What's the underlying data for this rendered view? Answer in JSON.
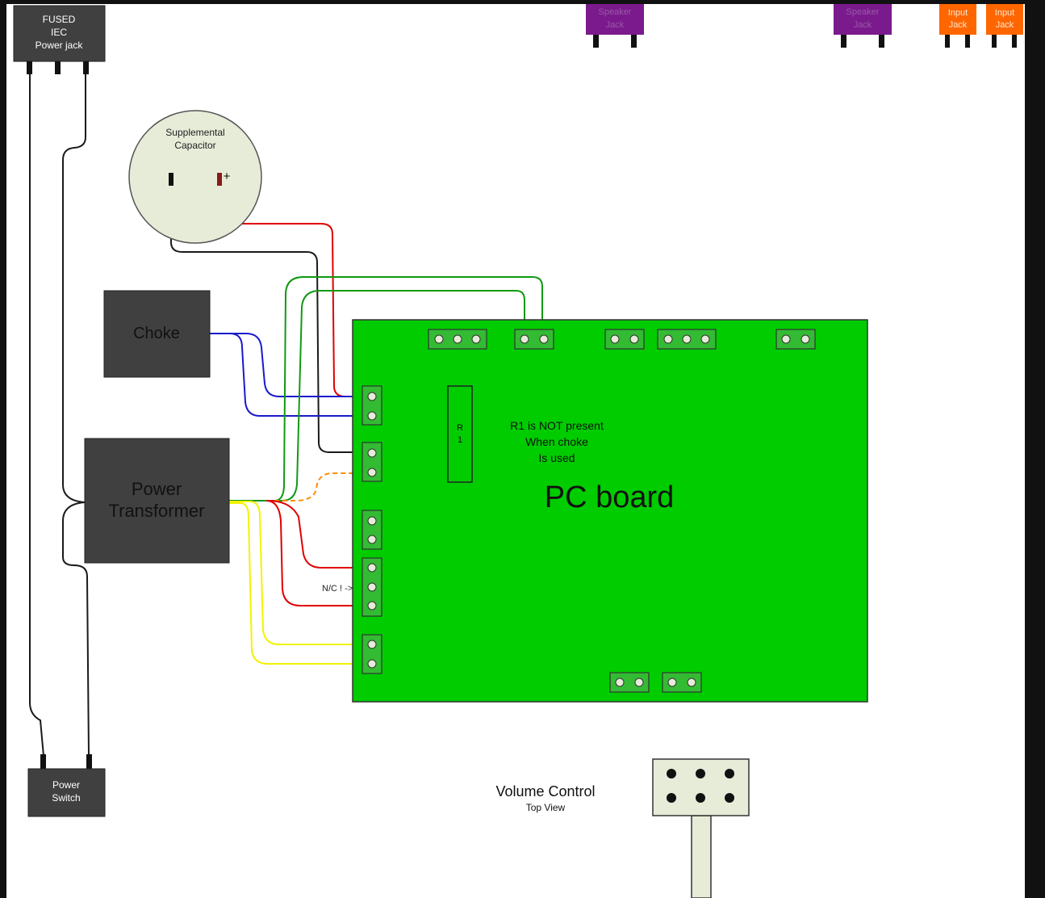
{
  "power_jack": {
    "line1": "FUSED",
    "line2": "IEC",
    "line3": "Power jack"
  },
  "speaker_jack_1": {
    "line1": "Speaker",
    "line2": "Jack"
  },
  "speaker_jack_2": {
    "line1": "Speaker",
    "line2": "Jack"
  },
  "input_jack_1": {
    "line1": "Input",
    "line2": "Jack"
  },
  "input_jack_2": {
    "line1": "Input",
    "line2": "Jack"
  },
  "capacitor": {
    "line1": "Supplemental",
    "line2": "Capacitor",
    "plus": "+"
  },
  "choke": {
    "label": "Choke"
  },
  "transformer": {
    "line1": "Power",
    "line2": "Transformer"
  },
  "pcb": {
    "label": "PC board",
    "r1_label_1": "R",
    "r1_label_2": "1",
    "note_1": "R1 is NOT present",
    "note_2": "When choke",
    "note_3": "Is used",
    "nc_label": "N/C ! ->"
  },
  "power_switch": {
    "line1": "Power",
    "line2": "Switch"
  },
  "volume": {
    "title": "Volume Control",
    "subtitle": "Top View"
  },
  "colors": {
    "background": "#111111",
    "canvas": "#ffffff",
    "pcb": "#00cc00",
    "box_dark": "#404040",
    "speaker_jack": "#7a1a8c",
    "input_jack": "#ff6600",
    "capacitor_fill": "#e6ecd8",
    "wire_black": "#1a1a1a",
    "wire_red": "#e00000",
    "wire_blue": "#1a1acc",
    "wire_green": "#119911",
    "wire_yellow": "#f2f200",
    "wire_orange": "#ff8c00"
  }
}
